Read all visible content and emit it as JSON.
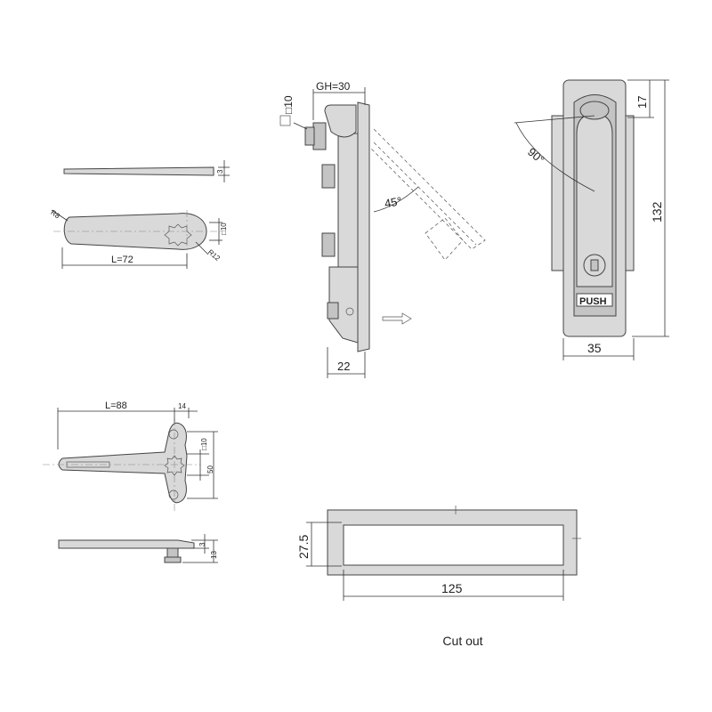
{
  "labels": {
    "lever1_thickness": "3",
    "lever1_radius_small": "R8",
    "lever1_length": "L=72",
    "lever1_square": "□10",
    "lever1_radius_large": "R12",
    "lock_square": "□10",
    "lock_gh": "GH=30",
    "lock_angle": "45°",
    "lock_depth": "22",
    "front_angle": "90°",
    "front_top": "17",
    "front_height": "132",
    "front_width": "35",
    "push_label": "PUSH",
    "lever2_length": "L=88",
    "lever2_offset": "14",
    "lever2_square": "□10",
    "lever2_width": "50",
    "lever2_thickness": "3",
    "lever2_height": "13",
    "cutout_height": "27.5",
    "cutout_width": "125",
    "cutout_caption": "Cut out"
  }
}
